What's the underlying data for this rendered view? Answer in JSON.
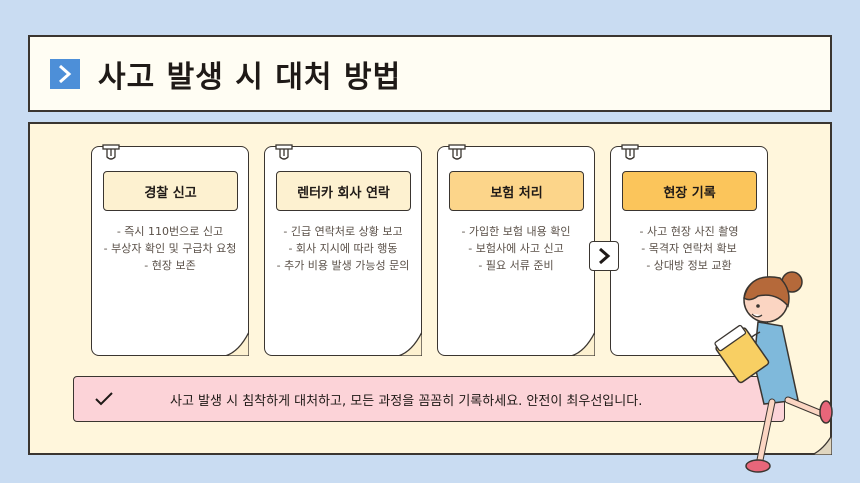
{
  "title": "사고 발생 시 대처 방법",
  "cards": [
    {
      "heading": "경찰 신고",
      "color": "#fdf1d0",
      "items": [
        "- 즉시 110번으로 신고",
        "- 부상자 확인 및 구급차 요청",
        "- 현장 보존"
      ]
    },
    {
      "heading": "렌터카 회사 연락",
      "color": "#fdf1d0",
      "items": [
        "- 긴급 연락처로 상황 보고",
        "- 회사 지시에 따라 행동",
        "- 추가 비용 발생 가능성 문의"
      ]
    },
    {
      "heading": "보험 처리",
      "color": "#fcd58a",
      "items": [
        "- 가입한 보험 내용 확인",
        "- 보험사에 사고 신고",
        "- 필요 서류 준비"
      ]
    },
    {
      "heading": "현장 기록",
      "color": "#fbc55b",
      "items": [
        "- 사고 현장 사진 촬영",
        "- 목격자 연락처 확보",
        "- 상대방 정보 교환"
      ]
    }
  ],
  "notice": "사고 발생 시 침착하게 대처하고, 모든 과정을 꼼꼼히 기록하세요. 안전이 최우선입니다.",
  "colors": {
    "background": "#c9dcf2",
    "panel": "#fff6dc",
    "accent": "#4d8fd8",
    "notice": "#fcd3d8"
  },
  "icons": [
    "chevron-right-icon",
    "clip-icon",
    "check-icon"
  ]
}
